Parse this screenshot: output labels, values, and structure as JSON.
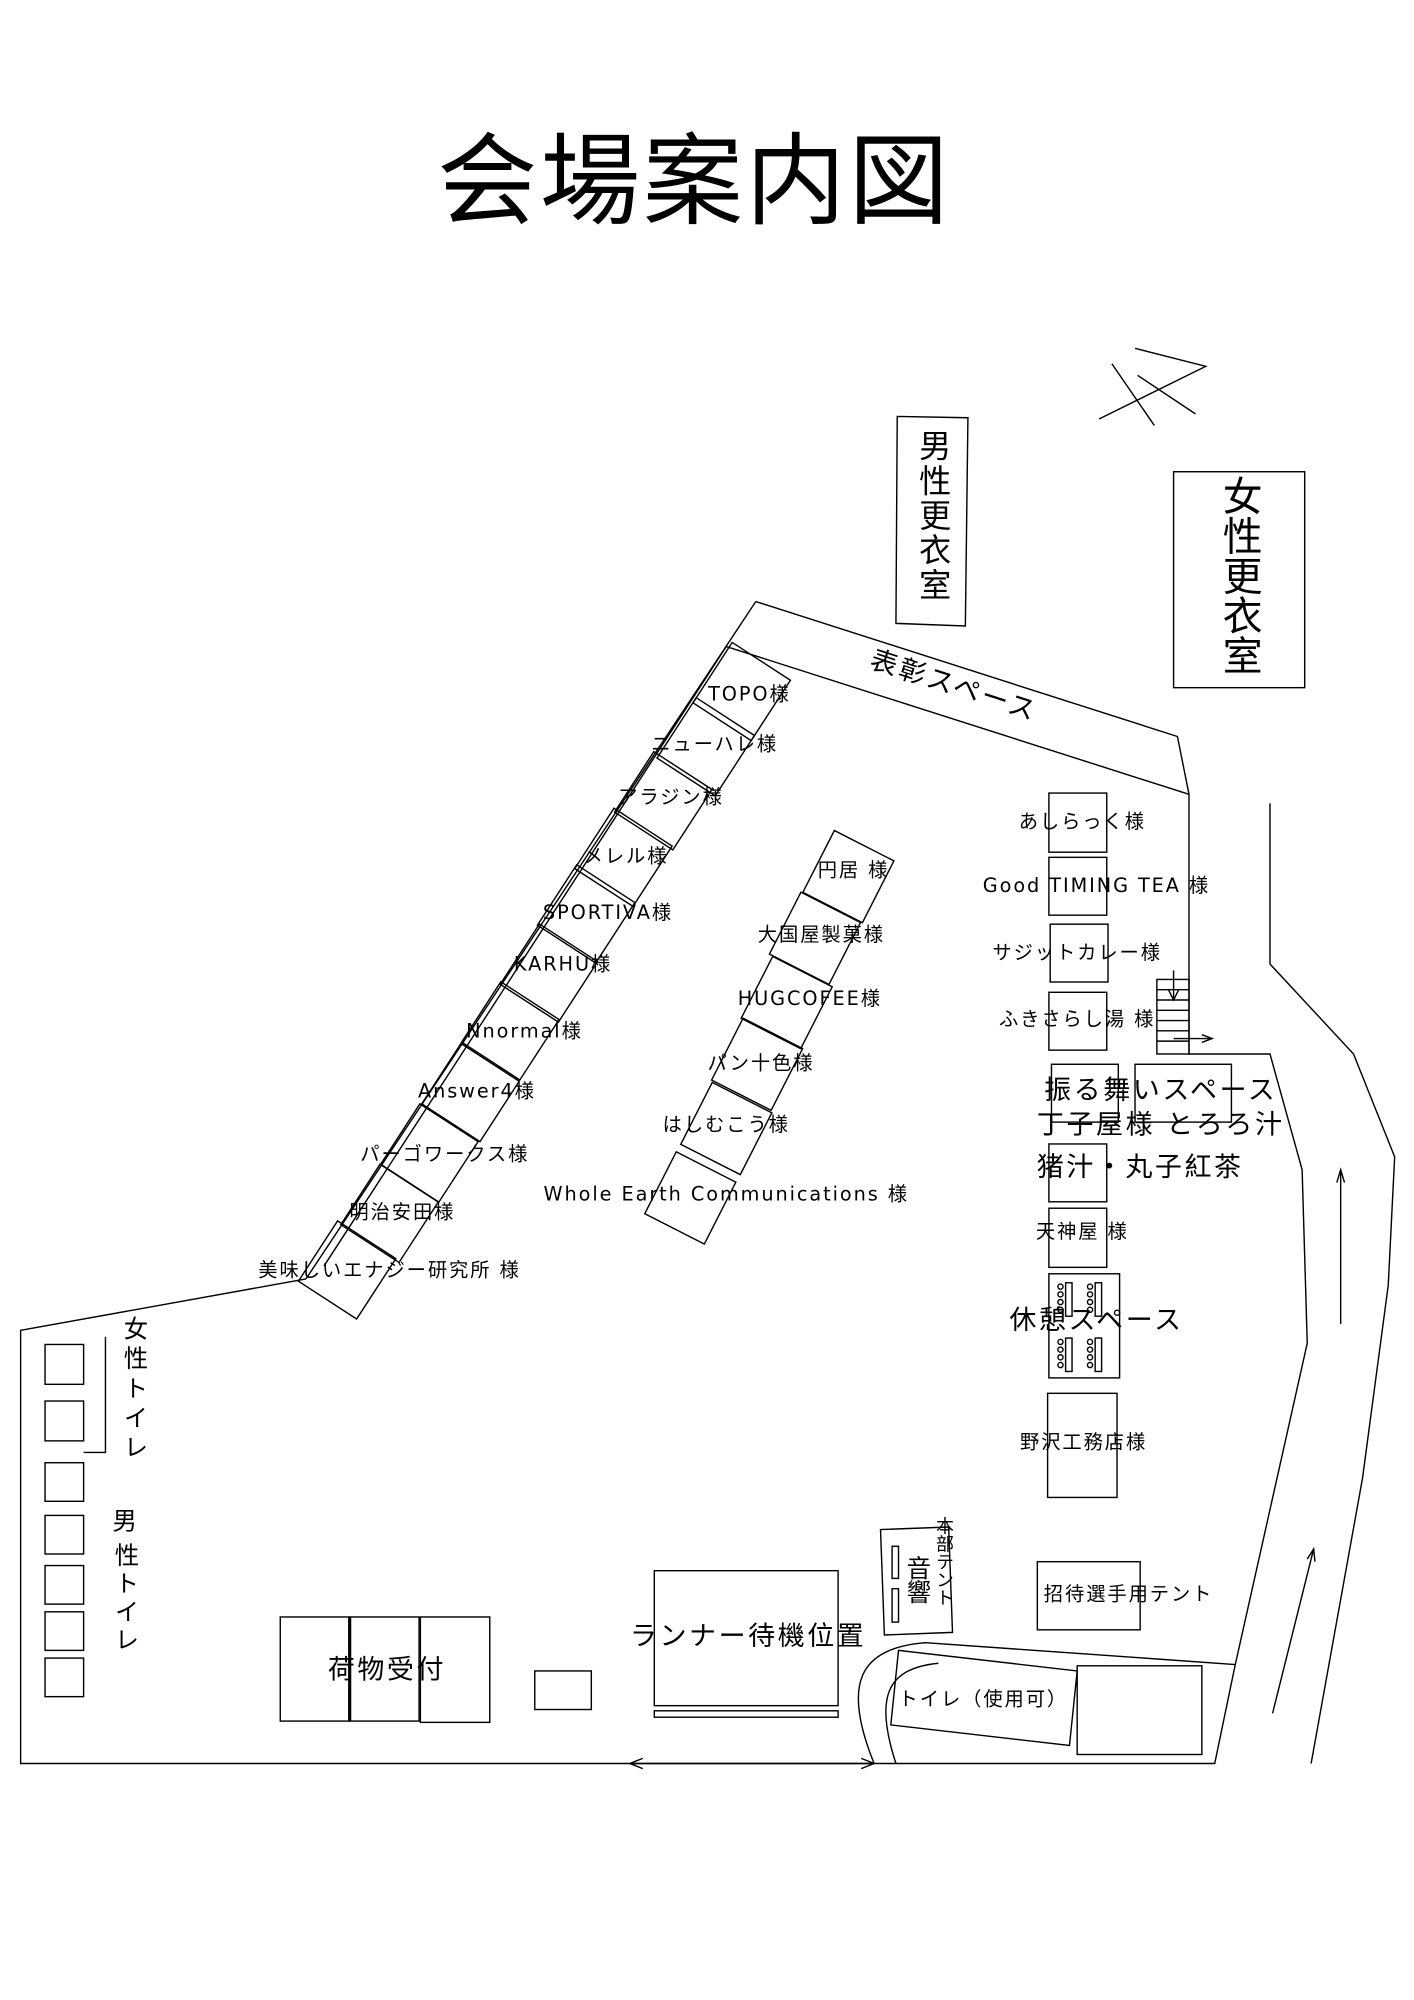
{
  "title": "会場案内図",
  "rooms": {
    "mens_changing": "男性更衣室",
    "womens_changing": "女性更衣室",
    "award_space": "表彰スペース",
    "womens_toilet": "女性トイレ",
    "mens_toilet_1": "男",
    "mens_toilet_2": "性トイレ",
    "baggage": "荷物受付",
    "runner_wait": "ランナー待機位置",
    "hq_tent": "本部テント",
    "sound": "音響",
    "toilet_usable": "トイレ（使用可）",
    "guest_tent": "招待選手用テント",
    "rest_space": "休憩スペース"
  },
  "left_row": [
    "TOPO様",
    "ニューハレ様",
    "アラジン様",
    "メレル様",
    "SPORTIVA様",
    "KARHU様",
    "Nnormal様",
    "Answer4様",
    "パーゴワークス様",
    "明治安田様",
    "美味しいエナジー研究所 様"
  ],
  "middle_row": [
    "円居 様",
    "大国屋製菓様",
    "HUGCOFEE様",
    "パン十色様",
    "はしむこう様",
    "Whole Earth Communications 様"
  ],
  "right_row": {
    "ashirakku": "あしらっく様",
    "good_timing": "Good TIMING TEA 様",
    "sajit": "サジットカレー様",
    "fukisarashi": "ふきさらし湯 様",
    "furumai": "振る舞いスペース",
    "chojiya": "丁子屋様 とろろ汁",
    "inoshishi": "猪汁・丸子紅茶",
    "tenjinya": "天神屋 様",
    "nozawa": "野沢工務店様"
  }
}
